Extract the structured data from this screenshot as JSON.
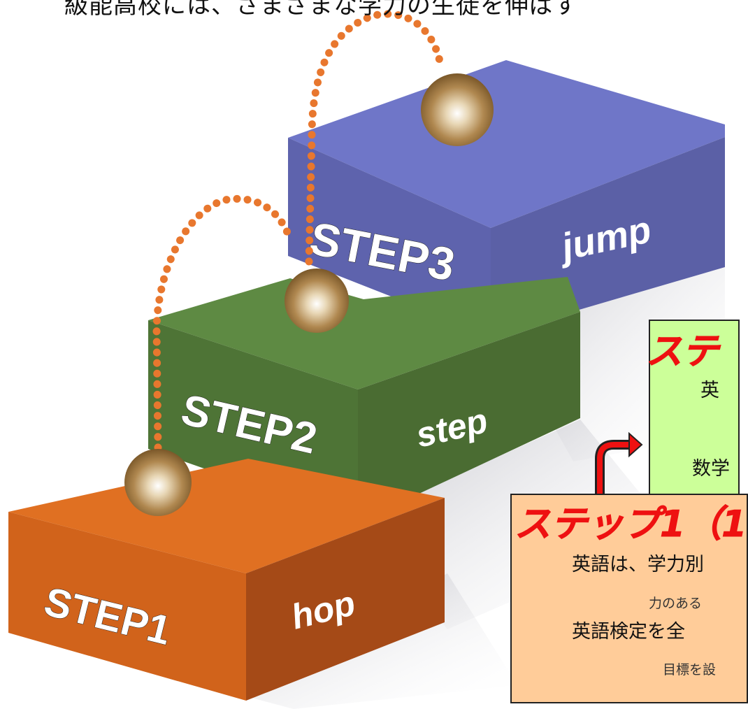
{
  "heading": "級能高校には、さまざまな学力の生徒を伸ばす",
  "steps": [
    {
      "label": "STEP1",
      "word": "hop",
      "color": "#d9661f"
    },
    {
      "label": "STEP2",
      "word": "step",
      "color": "#52783a"
    },
    {
      "label": "STEP3",
      "word": "jump",
      "color": "#6a70c0"
    }
  ],
  "callouts": {
    "upper": {
      "title": "ステ",
      "lines": [
        "英",
        "数学"
      ],
      "background": "#ccff99"
    },
    "lower": {
      "title": "ステップ1（1",
      "lines": [
        "英語は、学力別",
        "力のある",
        "英語検定を全",
        "目標を設"
      ],
      "background": "#ffcc99"
    }
  },
  "colors": {
    "dots": "#e8772e",
    "arrow": "#ee1111",
    "ball": "#b08850"
  }
}
